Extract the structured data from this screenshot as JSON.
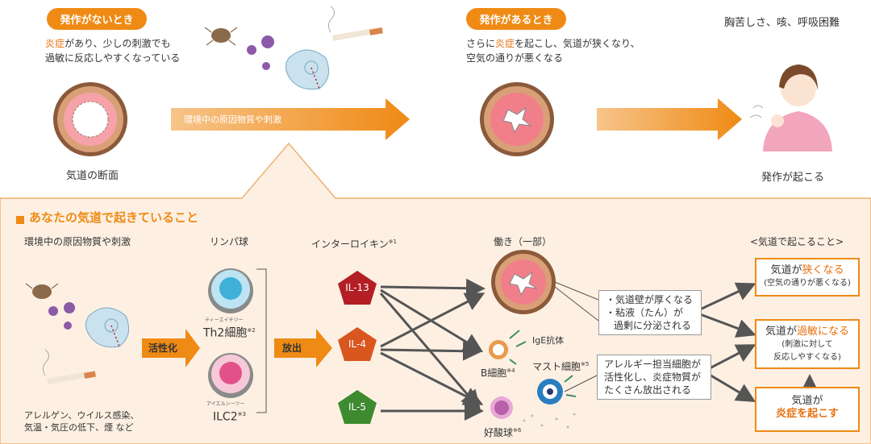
{
  "top": {
    "no_attack_pill": "発作がないとき",
    "no_attack_text_l1_pre": "",
    "no_attack_text_l1_hl": "炎症",
    "no_attack_text_l1_post": "があり、少しの刺激でも",
    "no_attack_text_l2": "過敏に反応しやすくなっている",
    "airway_caption": "気道の断面",
    "arrow1_label": "環境中の原因物質や刺激",
    "attack_pill": "発作があるとき",
    "attack_text_l1_pre": "さらに",
    "attack_text_l1_hl": "炎症",
    "attack_text_l1_post": "を起こし、気道が狭くなり、",
    "attack_text_l2": "空気の通りが悪くなる",
    "symptoms": "胸苦しさ、咳、呼吸困難",
    "attack_caption": "発作が起こる"
  },
  "bottom": {
    "section_title": "あなたの気道で起きていること",
    "col1_header": "環境中の原因物質や刺激",
    "col2_header": "リンパ球",
    "col3_header": "インターロイキン",
    "col3_note": "※1",
    "col4_header": "働き（一部）",
    "col5_header": "<気道で起こること>",
    "allergen_l1": "アレルゲン、ウイルス感染、",
    "allergen_l2": "気温・気圧の低下、煙 など",
    "activate_label": "活性化",
    "release_label": "放出",
    "th2_ruby": "ティーエイチツー",
    "th2_label": "Th2細胞",
    "th2_note": "※2",
    "ilc2_ruby": "アイエルシーツー",
    "ilc2_label": "ILC2",
    "ilc2_note": "※3",
    "il13": "IL-13",
    "il4": "IL-4",
    "il5": "IL-5",
    "ige": "IgE抗体",
    "bcell": "B細胞",
    "bcell_note": "※4",
    "mast": "マスト細胞",
    "mast_note": "※5",
    "eos": "好酸球",
    "eos_note": "※6",
    "work1_l1": "・気道壁が厚くなる",
    "work1_l2": "・粘液（たん）が",
    "work1_l3": "過剰に分泌される",
    "work2_l1": "アレルギー担当細胞が",
    "work2_l2": "活性化し、炎症物質が",
    "work2_l3": "たくさん放出される",
    "res1_pre": "気道が",
    "res1_hl": "狭くなる",
    "res1_sub": "(空気の通りが悪くなる)",
    "res2_pre": "気道が",
    "res2_hl": "過敏になる",
    "res2_sub1": "(刺激に対して",
    "res2_sub2": "反応しやすくなる)",
    "res3_l1": "気道が",
    "res3_hl": "炎症を起こす"
  },
  "colors": {
    "orange": "#ef8a14",
    "peach": "#fdf0e3",
    "il13": "#b31f24",
    "il4": "#d9561e",
    "il5": "#3e8a2f"
  }
}
